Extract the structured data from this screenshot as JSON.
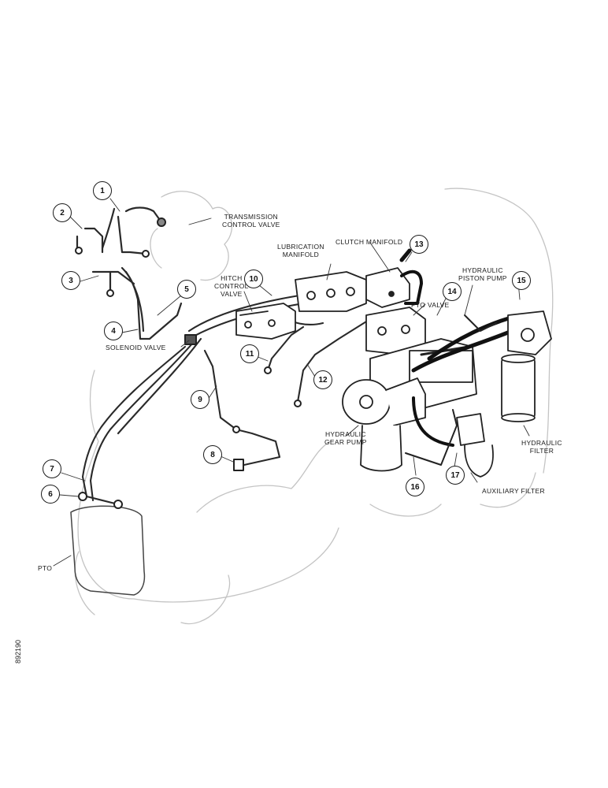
{
  "callouts": [
    "1",
    "2",
    "3",
    "4",
    "5",
    "6",
    "7",
    "8",
    "9",
    "10",
    "11",
    "12",
    "13",
    "14",
    "15",
    "16",
    "17"
  ],
  "labels": {
    "transmission_control_valve": [
      "TRANSMISSION",
      "CONTROL VALVE"
    ],
    "lubrication_manifold": [
      "LUBRICATION",
      "MANIFOLD"
    ],
    "clutch_manifold": "CLUTCH MANIFOLD",
    "hitch_control_valve": [
      "HITCH",
      "CONTROL",
      "VALVE"
    ],
    "pto_valve": "PTO VALVE",
    "hydraulic_piston_pump": [
      "HYDRAULIC",
      "PISTON PUMP"
    ],
    "solenoid_valve": "SOLENOID VALVE",
    "hydraulic_gear_pump": [
      "HYDRAULIC",
      "GEAR PUMP"
    ],
    "hydraulic_filter": [
      "HYDRAULIC",
      "FILTER"
    ],
    "auxiliary_filter": "AUXILIARY FILTER",
    "pto": "PTO"
  },
  "document_code": "892190"
}
